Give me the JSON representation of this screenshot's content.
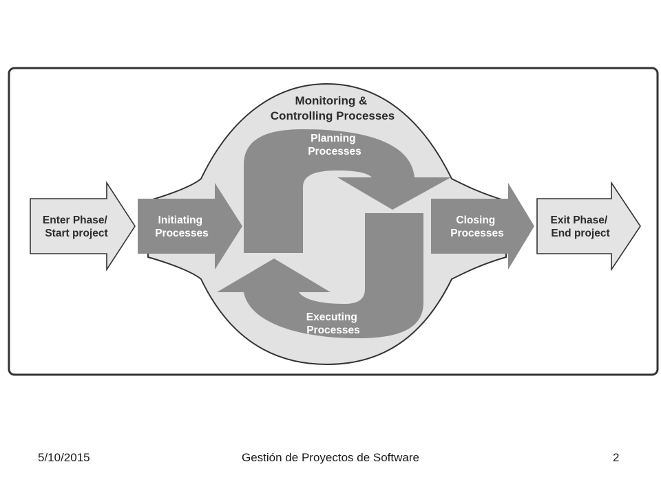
{
  "diagram": {
    "monitoring": {
      "line1": "Monitoring &",
      "line2": "Controlling Processes"
    },
    "planning": {
      "line1": "Planning",
      "line2": "Processes"
    },
    "executing": {
      "line1": "Executing",
      "line2": "Processes"
    },
    "enter": {
      "line1": "Enter Phase/",
      "line2": "Start project"
    },
    "initiating": {
      "line1": "Initiating",
      "line2": "Processes"
    },
    "closing": {
      "line1": "Closing",
      "line2": "Processes"
    },
    "exit": {
      "line1": "Exit Phase/",
      "line2": "End project"
    }
  },
  "colors": {
    "frame_stroke": "#333333",
    "frame_fill": "#ffffff",
    "ellipse_fill": "#e2e2e2",
    "arrow_dark": "#8c8c8c",
    "arrow_light": "#e4e4e4",
    "text_dark": "#2b2b2b",
    "text_light": "#ffffff"
  },
  "footer": {
    "date": "5/10/2015",
    "title": "Gestión de Proyectos de Software",
    "page": "2"
  }
}
